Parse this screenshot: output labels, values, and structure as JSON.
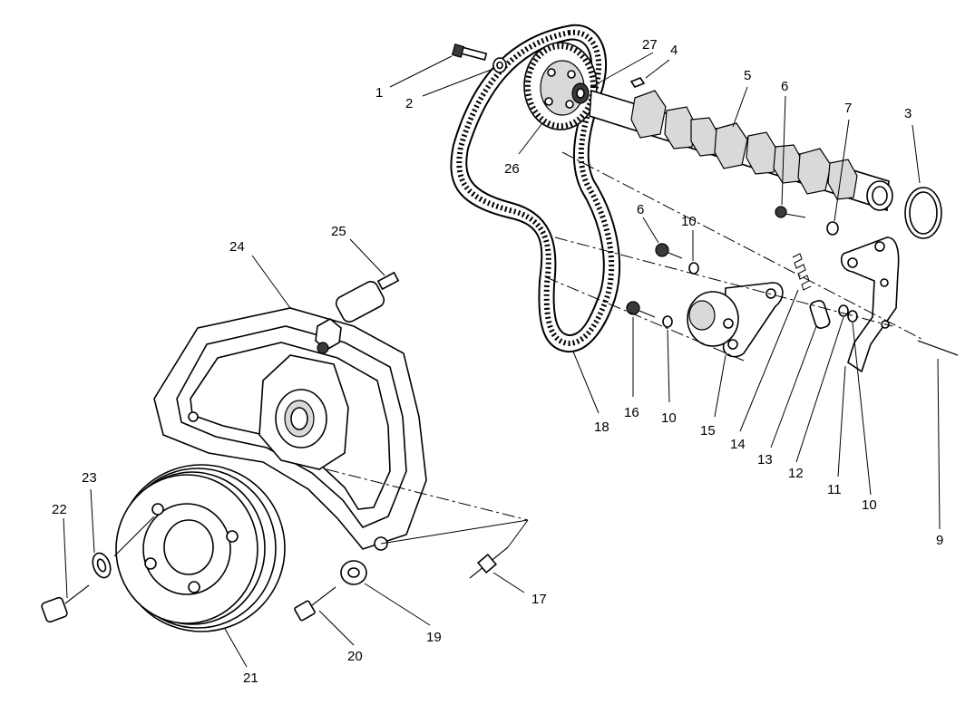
{
  "callouts": [
    {
      "id": "c1",
      "text": "1"
    },
    {
      "id": "c2",
      "text": "2"
    },
    {
      "id": "c3",
      "text": "3"
    },
    {
      "id": "c4",
      "text": "4"
    },
    {
      "id": "c5",
      "text": "5"
    },
    {
      "id": "c6a",
      "text": "6"
    },
    {
      "id": "c6b",
      "text": "6"
    },
    {
      "id": "c7",
      "text": "7"
    },
    {
      "id": "c9",
      "text": "9"
    },
    {
      "id": "c10a",
      "text": "10"
    },
    {
      "id": "c10b",
      "text": "10"
    },
    {
      "id": "c10c",
      "text": "10"
    },
    {
      "id": "c11",
      "text": "11"
    },
    {
      "id": "c12",
      "text": "12"
    },
    {
      "id": "c13",
      "text": "13"
    },
    {
      "id": "c14",
      "text": "14"
    },
    {
      "id": "c15",
      "text": "15"
    },
    {
      "id": "c16",
      "text": "16"
    },
    {
      "id": "c17",
      "text": "17"
    },
    {
      "id": "c18",
      "text": "18"
    },
    {
      "id": "c19",
      "text": "19"
    },
    {
      "id": "c20",
      "text": "20"
    },
    {
      "id": "c21",
      "text": "21"
    },
    {
      "id": "c22",
      "text": "22"
    },
    {
      "id": "c23",
      "text": "23"
    },
    {
      "id": "c24",
      "text": "24"
    },
    {
      "id": "c25",
      "text": "25"
    },
    {
      "id": "c26",
      "text": "26"
    },
    {
      "id": "c27",
      "text": "27"
    }
  ]
}
